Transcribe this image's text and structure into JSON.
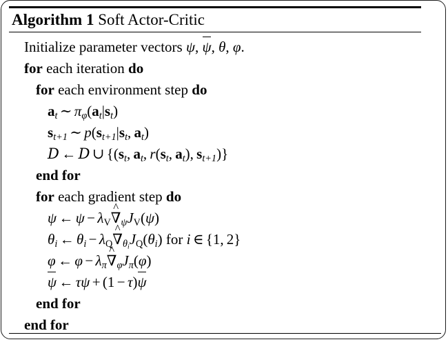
{
  "document": {
    "type": "algorithm-pseudocode-figure",
    "header": {
      "keyword": "Algorithm 1",
      "title": "Soft Actor-Critic"
    },
    "lines": [
      {
        "id": "line-1",
        "indent": 1,
        "text": "Initialize parameter vectors ψ, ψ̄, θ, φ."
      },
      {
        "id": "line-2",
        "indent": 1,
        "text": "for each iteration do"
      },
      {
        "id": "line-3",
        "indent": 2,
        "text": "for each environment step do"
      },
      {
        "id": "line-4",
        "indent": 3,
        "text": "a_t ~ π_φ(a_t|s_t)"
      },
      {
        "id": "line-5",
        "indent": 3,
        "text": "s_{t+1} ~ p(s_{t+1}|s_t, a_t)"
      },
      {
        "id": "line-6",
        "indent": 3,
        "text": "D ← D ∪ {(s_t, a_t, r(s_t, a_t), s_{t+1})}"
      },
      {
        "id": "line-7",
        "indent": 2,
        "text": "end for"
      },
      {
        "id": "line-8",
        "indent": 2,
        "text": "for each gradient step do"
      },
      {
        "id": "line-9",
        "indent": 3,
        "text": "ψ ← ψ − λ_V ∇̂_ψ J_V(ψ)"
      },
      {
        "id": "line-10",
        "indent": 3,
        "text": "θ_i ← θ_i − λ_Q ∇̂_{θ_i} J_Q(θ_i) for i ∈ {1, 2}"
      },
      {
        "id": "line-11",
        "indent": 3,
        "text": "φ ← φ − λ_π ∇̂_φ J_π(φ)"
      },
      {
        "id": "line-12",
        "indent": 3,
        "text": "ψ̄ ← τψ + (1 − τ)ψ̄"
      },
      {
        "id": "line-13",
        "indent": 2,
        "text": "end for"
      },
      {
        "id": "line-14",
        "indent": 1,
        "text": "end for"
      }
    ],
    "tokens": {
      "initialize_word": "Initialize parameter vectors",
      "for_kw": "for",
      "do_kw": "do",
      "end_for_kw": "end for",
      "each_iteration": "each iteration",
      "each_environment_step": "each environment step",
      "each_gradient_step": "each gradient step",
      "for_rm": "for",
      "psi": "ψ",
      "theta": "θ",
      "phi": "φ",
      "tau": "τ",
      "pi": "π",
      "lambda": "λ",
      "nabla": "∇",
      "hat": "^",
      "sim": "∼",
      "leftarrow": "←",
      "cup": "∪",
      "in": "∈",
      "minus": "−",
      "plus": "+",
      "comma": ",",
      "period": ".",
      "mid": "|",
      "lparen": "(",
      "rparen": ")",
      "lbrace": "{",
      "rbrace": "}",
      "vec_a": "a",
      "vec_s": "s",
      "calD": "D",
      "fn_p": "p",
      "fn_r": "r",
      "fn_J": "J",
      "sub_t": "t",
      "sub_t1": "t+1",
      "sub_i": "i",
      "sub_V": "V",
      "sub_Q": "Q",
      "idx_1": "1",
      "idx_2": "2",
      "one": "1"
    },
    "colors": {
      "text": "#000000",
      "rule": "#000000",
      "background": "#ffffff"
    }
  }
}
